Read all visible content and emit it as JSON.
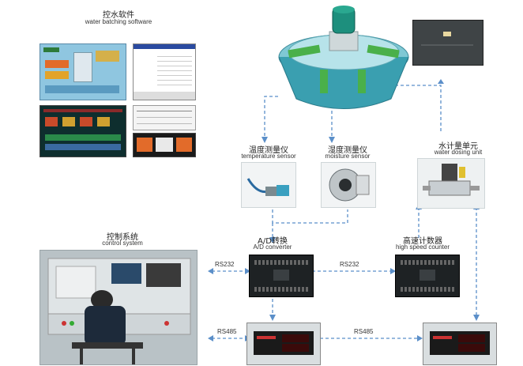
{
  "software": {
    "title_zh": "控水软件",
    "title_en": "water batching software"
  },
  "temperature_sensor": {
    "title_zh": "温度测量仪",
    "title_en": "temperature sensor"
  },
  "moisture_sensor": {
    "title_zh": "湿度测量仪",
    "title_en": "moisture sensor"
  },
  "water_dosing": {
    "title_zh": "水计量单元",
    "title_en": "water dosing unit"
  },
  "control_system": {
    "title_zh": "控制系统",
    "title_en": "control system"
  },
  "ad_converter": {
    "title_zh": "A/D转换",
    "title_en": "A/D converter"
  },
  "counter": {
    "title_zh": "高速计数器",
    "title_en": "high speed counter"
  },
  "links": {
    "rs232_left": "RS232",
    "rs232_mid": "RS232",
    "rs485_left": "RS485",
    "rs485_mid": "RS485"
  },
  "colors": {
    "arrow": "#5b8fc9",
    "mixer_body": "#3a9fb0",
    "mixer_arms": "#4ab04a",
    "motor": "#1d8f7d"
  }
}
